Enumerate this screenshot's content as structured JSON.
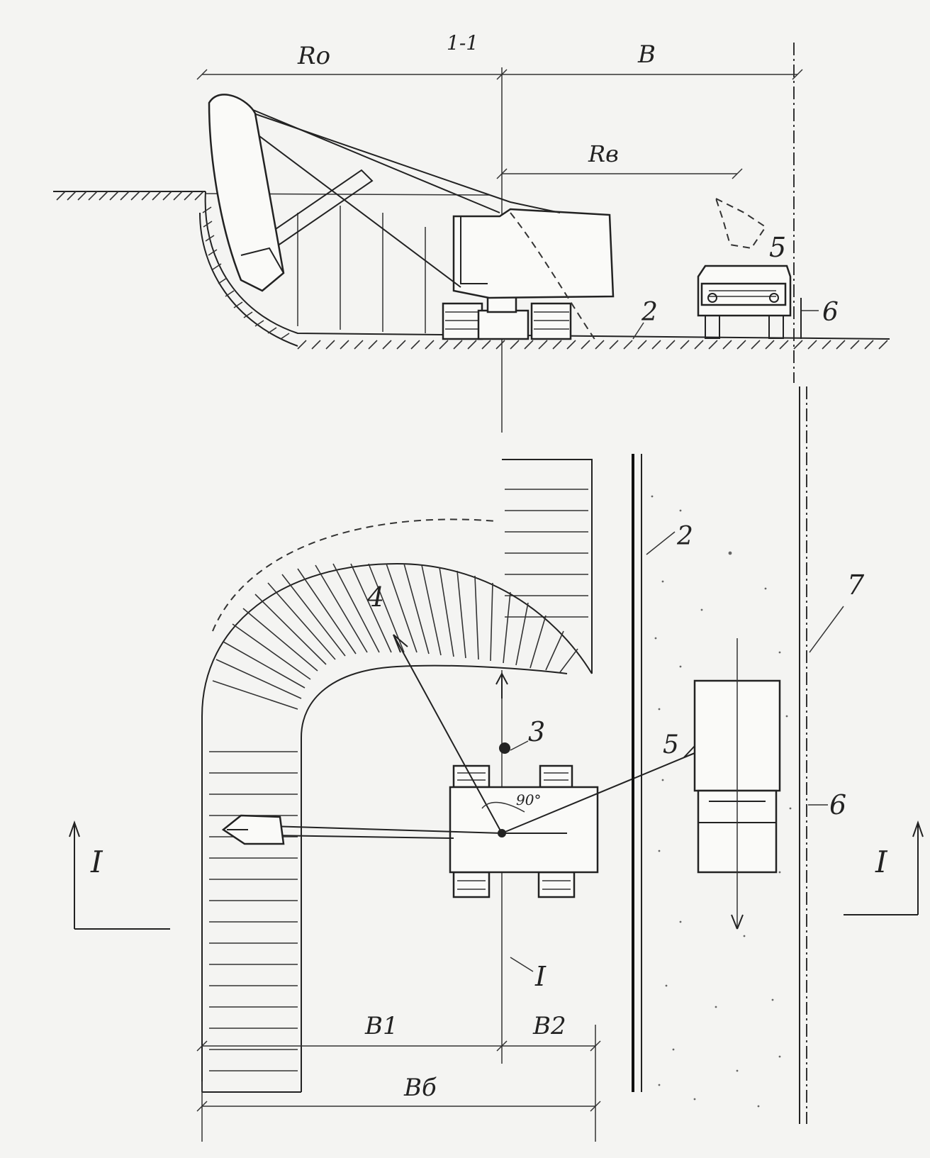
{
  "section": {
    "title": "1-1"
  },
  "dimensions": {
    "ro": "Ro",
    "b": "B",
    "rv": "Rв",
    "b1": "B1",
    "b2": "B2",
    "bb": "Bб"
  },
  "callouts": {
    "n2_top": "2",
    "n5_top": "5",
    "n6_top": "6",
    "n2_plan": "2",
    "n3": "3",
    "n4": "4",
    "n5_plan": "5",
    "n6_plan": "6",
    "n7": "7",
    "angle": "90°",
    "axis_mark": "I"
  },
  "section_marks": {
    "left": "I",
    "right": "I"
  }
}
